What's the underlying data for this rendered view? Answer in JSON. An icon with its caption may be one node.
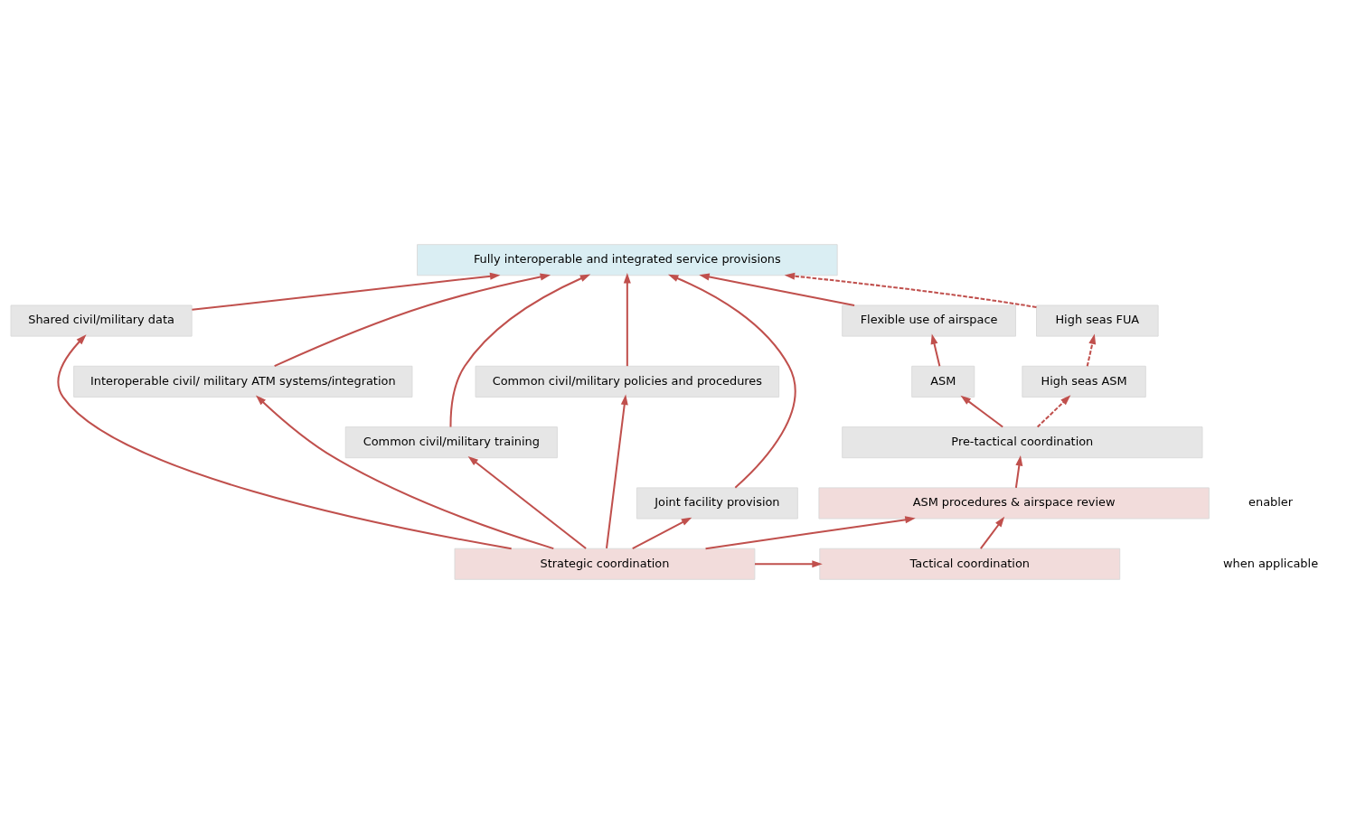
{
  "diagram": {
    "nodes": [
      {
        "text": [
          "Fully interoperable and integrated service provisions"
        ]
      },
      {
        "text": [
          "Shared civil/military data"
        ]
      },
      {
        "text": [
          "Interoperable civil/ military ATM systems/integration"
        ]
      },
      {
        "text": [
          "Common civil/military training"
        ]
      },
      {
        "text": [
          "Common civil/military policies and procedures"
        ]
      },
      {
        "text": [
          "Joint facility provision"
        ]
      },
      {
        "text": [
          "Flexible use of airspace"
        ]
      },
      {
        "text": [
          "High seas FUA"
        ]
      },
      {
        "text": [
          "ASM"
        ]
      },
      {
        "text": [
          "High seas ASM"
        ]
      },
      {
        "text": [
          "Pre-tactical coordination"
        ]
      },
      {
        "text": [
          "ASM procedures & airspace review"
        ]
      },
      {
        "text": [
          "Strategic coordination"
        ]
      },
      {
        "text": [
          "Tactical coordination"
        ]
      }
    ],
    "edges": [
      {
        "from": 1,
        "to": 0,
        "arrow": "to"
      },
      {
        "from": 2,
        "to": 0,
        "arrow": "to"
      },
      {
        "from": 3,
        "to": 0,
        "arrow": "to"
      },
      {
        "from": 4,
        "to": 0,
        "arrow": "to"
      },
      {
        "from": 5,
        "to": 0,
        "arrow": "to"
      },
      {
        "from": 6,
        "to": 0,
        "arrow": "to"
      },
      {
        "from": 7,
        "to": 0,
        "arrow": "to",
        "style": "dashed"
      },
      {
        "from": 8,
        "to": 6,
        "arrow": "to"
      },
      {
        "from": 9,
        "to": 7,
        "arrow": "to",
        "style": "dashed"
      },
      {
        "from": 10,
        "to": 8,
        "arrow": "to"
      },
      {
        "from": 10,
        "to": 9,
        "arrow": "to",
        "style": "dashed"
      },
      {
        "from": 11,
        "to": 10,
        "arrow": "to"
      },
      {
        "from": 12,
        "to": 11,
        "arrow": "to"
      },
      {
        "from": 13,
        "to": 11,
        "arrow": "to"
      },
      {
        "from": 12,
        "to": 13,
        "arrow": "to"
      },
      {
        "from": 12,
        "to": 1,
        "arrow": "to"
      },
      {
        "from": 12,
        "to": 2,
        "arrow": "to"
      },
      {
        "from": 12,
        "to": 3,
        "arrow": "to"
      },
      {
        "from": 12,
        "to": 4,
        "arrow": "to"
      },
      {
        "from": 12,
        "to": 5,
        "arrow": "to"
      }
    ],
    "legend": [
      {
        "text": "enabler"
      },
      {
        "text": "when applicable"
      }
    ]
  }
}
